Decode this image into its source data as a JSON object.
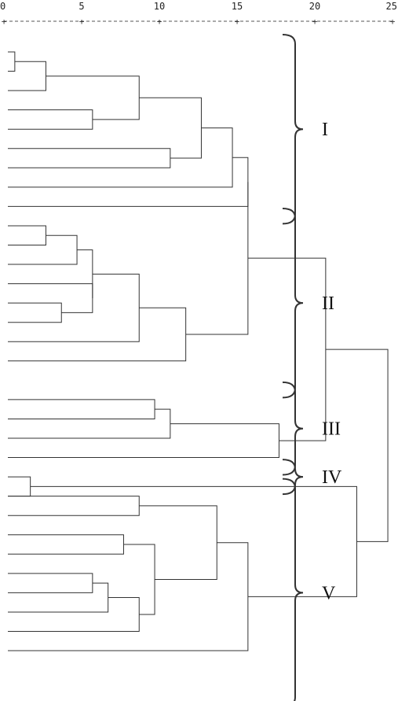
{
  "axis": {
    "ticks": [
      0,
      5,
      10,
      15,
      20,
      25
    ],
    "tick_labels": [
      "0",
      "5",
      "10",
      "15",
      "20",
      "25"
    ],
    "range": [
      0,
      25
    ]
  },
  "clusters": [
    {
      "label": "I",
      "first_leaf": 0,
      "last_leaf": 8
    },
    {
      "label": "II",
      "first_leaf": 9,
      "last_leaf": 17
    },
    {
      "label": "III",
      "first_leaf": 18,
      "last_leaf": 21
    },
    {
      "label": "IV",
      "first_leaf": 22,
      "last_leaf": 22
    },
    {
      "label": "V",
      "first_leaf": 23,
      "last_leaf": 33
    }
  ],
  "leaf_count": 34,
  "merges": [
    {
      "a": "L0",
      "b": "L1",
      "h": 0.7,
      "id": "A1"
    },
    {
      "a": "A1",
      "b": "L2",
      "h": 2.7,
      "id": "A2"
    },
    {
      "a": "L3",
      "b": "L4",
      "h": 5.7,
      "id": "A3"
    },
    {
      "a": "A2",
      "b": "A3",
      "h": 8.7,
      "id": "A4"
    },
    {
      "a": "L5",
      "b": "L6",
      "h": 10.7,
      "id": "A5"
    },
    {
      "a": "A4",
      "b": "A5",
      "h": 12.7,
      "id": "A6"
    },
    {
      "a": "A6",
      "b": "L7",
      "h": 14.7,
      "id": "A7"
    },
    {
      "a": "A7",
      "b": "L8",
      "h": 15.7,
      "id": "A8"
    },
    {
      "a": "L9",
      "b": "L10",
      "h": 2.7,
      "id": "B1"
    },
    {
      "a": "B1",
      "b": "L11",
      "h": 4.7,
      "id": "B2"
    },
    {
      "a": "L13",
      "b": "L14",
      "h": 3.7,
      "id": "B3"
    },
    {
      "a": "L12",
      "b": "B3",
      "h": 5.7,
      "id": "B4"
    },
    {
      "a": "B2",
      "b": "B4",
      "h": 5.7,
      "id": "B5"
    },
    {
      "a": "B5",
      "b": "L15",
      "h": 8.7,
      "id": "B6"
    },
    {
      "a": "B6",
      "b": "L16",
      "h": 11.7,
      "id": "B7"
    },
    {
      "a": "L18",
      "b": "L19",
      "h": 9.7,
      "id": "C1"
    },
    {
      "a": "C1",
      "b": "L20",
      "h": 10.7,
      "id": "C2"
    },
    {
      "a": "C2",
      "b": "L21",
      "h": 17.7,
      "id": "C3"
    },
    {
      "a": "L22",
      "b": "L23",
      "h": 1.7,
      "id": "D1"
    },
    {
      "a": "L23",
      "b": "L24",
      "h": 8.7,
      "id": "E1"
    },
    {
      "a": "L25",
      "b": "L26",
      "h": 7.7,
      "id": "E2"
    },
    {
      "a": "L27",
      "b": "L28",
      "h": 5.7,
      "id": "E3"
    },
    {
      "a": "E3",
      "b": "L29",
      "h": 6.7,
      "id": "E4"
    },
    {
      "a": "E4",
      "b": "L30",
      "h": 8.7,
      "id": "E5"
    },
    {
      "a": "E2",
      "b": "E5",
      "h": 9.7,
      "id": "E6"
    },
    {
      "a": "E1",
      "b": "E6",
      "h": 13.7,
      "id": "E7"
    },
    {
      "a": "E7",
      "b": "L31",
      "h": 15.7,
      "id": "E8"
    },
    {
      "a": "A8",
      "b": "B7",
      "h": 15.7,
      "id": "F1"
    },
    {
      "a": "F1",
      "b": "C3",
      "h": 20.7,
      "id": "F2"
    },
    {
      "a": "D1",
      "b": "E8",
      "h": 22.7,
      "id": "F3"
    },
    {
      "a": "F2",
      "b": "F3",
      "h": 24.7,
      "id": "ROOT"
    }
  ]
}
